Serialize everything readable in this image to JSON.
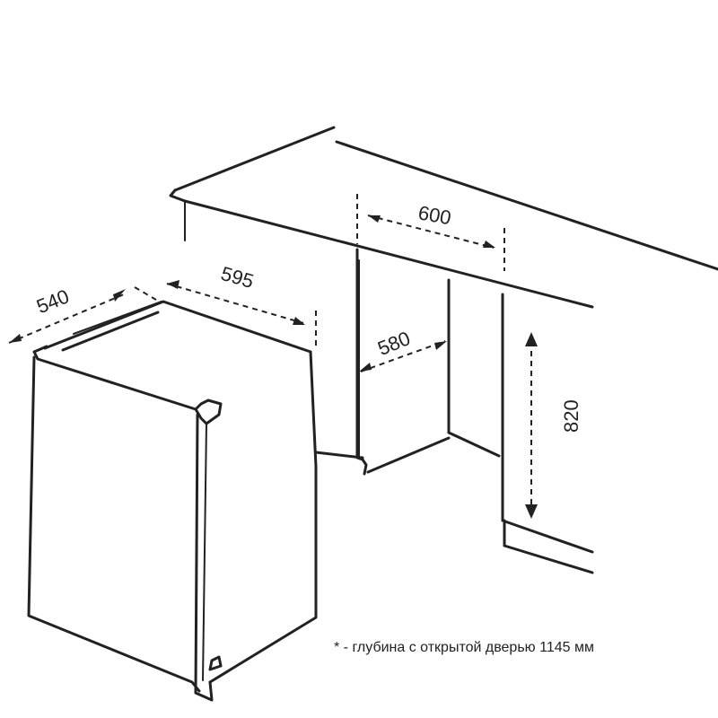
{
  "diagram": {
    "dimensions": {
      "appliance_depth": "540",
      "appliance_width": "595",
      "niche_width": "600",
      "niche_depth": "580",
      "niche_height": "820"
    },
    "footnote": "* - глубина с открытой дверью 1145 мм"
  }
}
